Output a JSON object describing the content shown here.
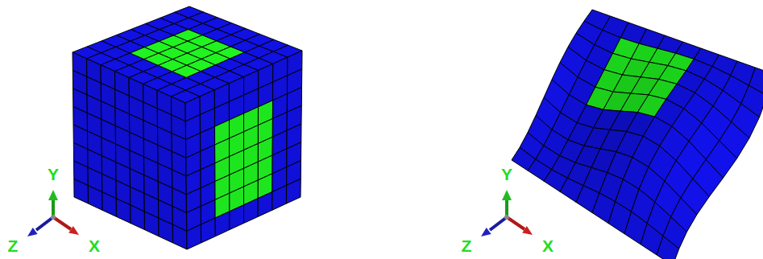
{
  "diagram": {
    "labels": [
      "Y",
      "Z",
      "X",
      "Y",
      "Z",
      "X"
    ]
  }
}
